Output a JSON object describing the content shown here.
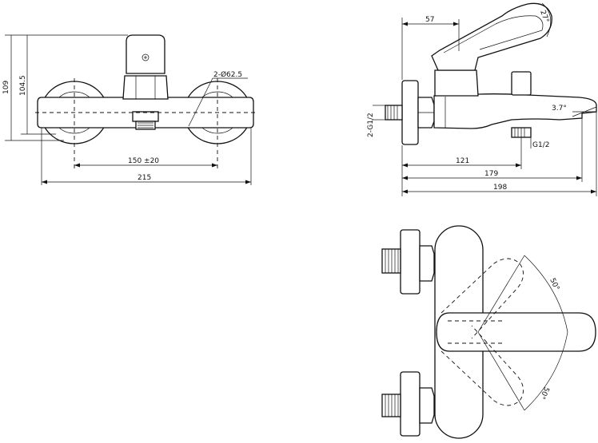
{
  "front_view": {
    "dims": {
      "height_total": "109",
      "height_center": "104.5",
      "hole_spec": "2-Ø62.5",
      "center_spacing": "150 ±20",
      "width_total": "215"
    }
  },
  "side_view": {
    "dims": {
      "handle_offset": "57",
      "handle_angle": "27°",
      "inlet_thread": "2-G1/2",
      "spout_angle": "3.7°",
      "outlet_thread": "G1/2",
      "depth_outlet": "121",
      "depth_spout": "179",
      "depth_total": "198"
    }
  },
  "top_view": {
    "dims": {
      "rotation_up": "50°",
      "rotation_down": "50°"
    }
  }
}
